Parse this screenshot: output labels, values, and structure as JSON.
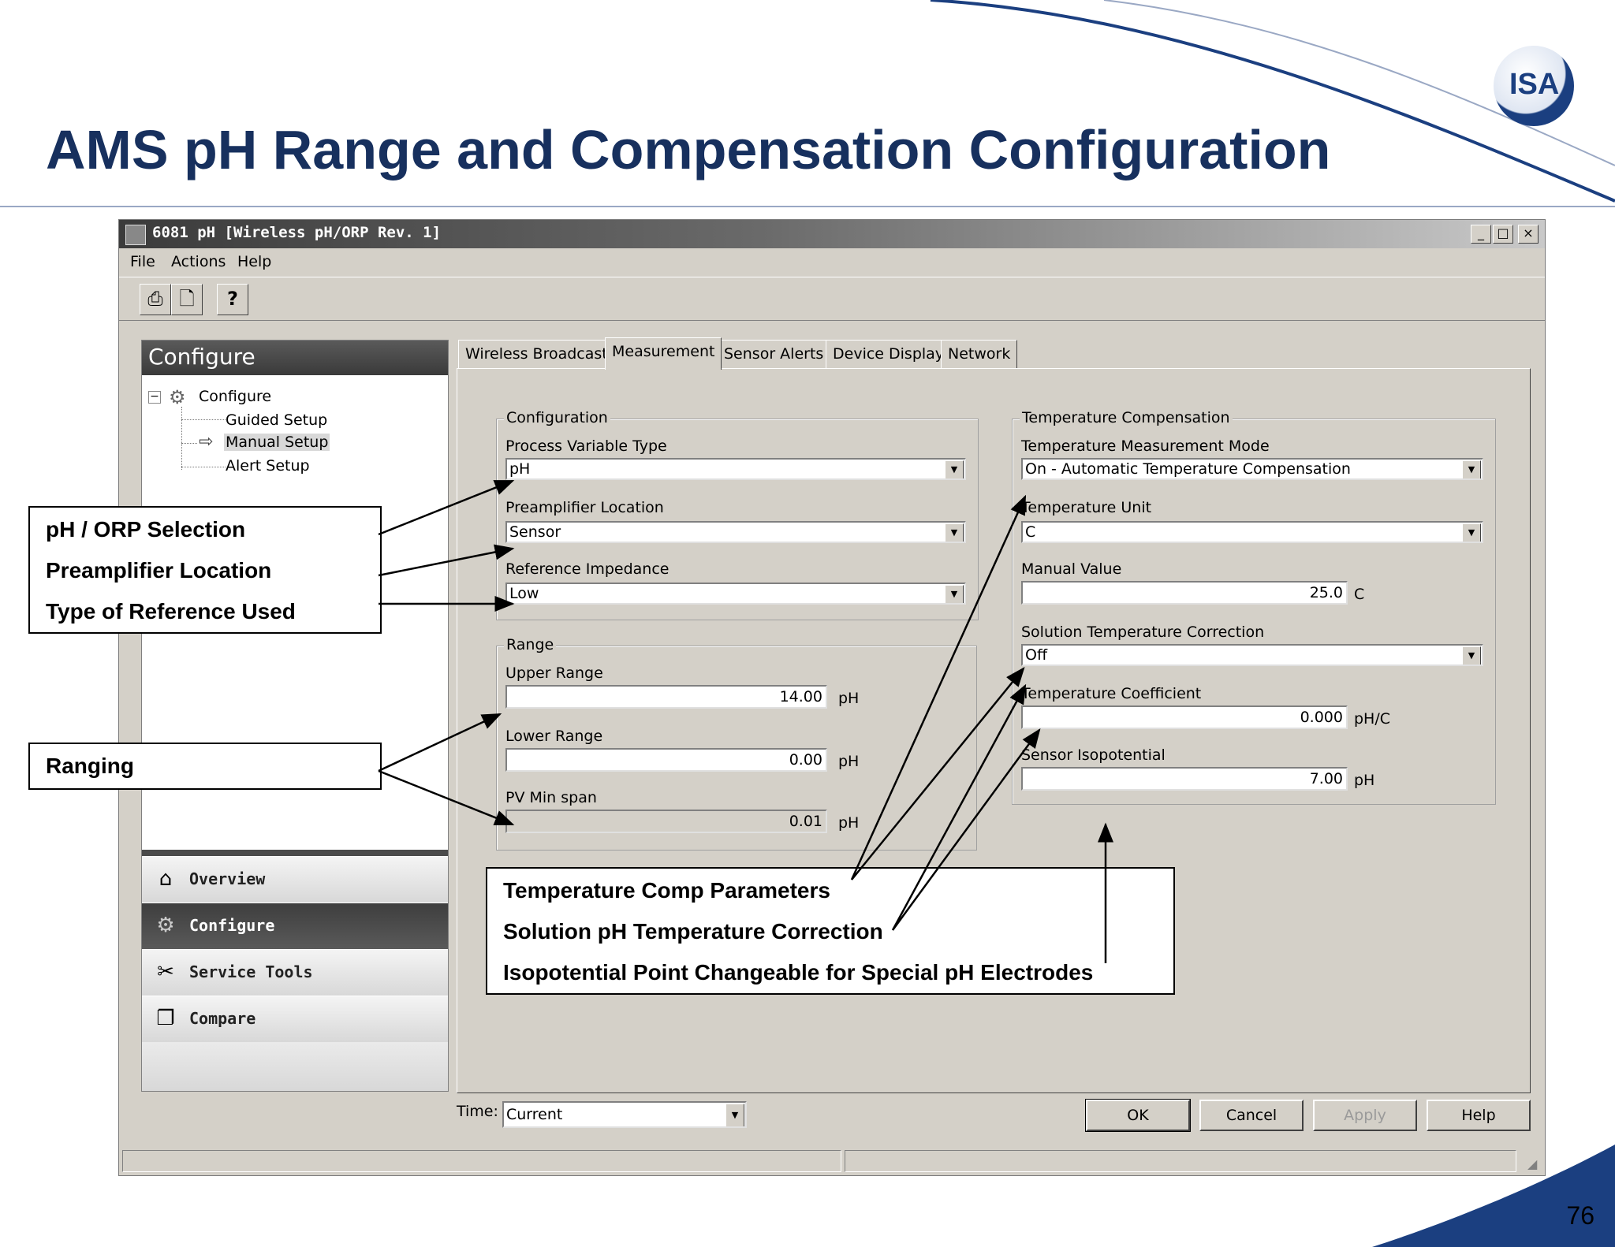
{
  "slide": {
    "title": "AMS pH Range and Compensation Configuration",
    "page_number": "76",
    "logo_text": "ISA"
  },
  "window": {
    "title": "6081 pH [Wireless pH/ORP Rev. 1]",
    "caption_buttons": {
      "minimize": "_",
      "maximize": "□",
      "close": "×"
    }
  },
  "menu": [
    "File",
    "Actions",
    "Help"
  ],
  "toolbar": {
    "print": "⎙",
    "preview": "🗋",
    "help": "?"
  },
  "left_panel": {
    "header": "Configure",
    "tree": {
      "root": "Configure",
      "expander": "−",
      "children": [
        "Guided Setup",
        "Manual Setup",
        "Alert Setup"
      ],
      "selected": "Manual Setup"
    },
    "nav": [
      "Overview",
      "Configure",
      "Service Tools",
      "Compare"
    ],
    "nav_active": "Configure"
  },
  "tabs": [
    "Wireless Broadcast",
    "Measurement",
    "Sensor Alerts",
    "Device Display",
    "Network"
  ],
  "selected_tab": "Measurement",
  "configuration": {
    "group": "Configuration",
    "pv_type_label": "Process Variable Type",
    "pv_type_value": "pH",
    "preamp_label": "Preamplifier Location",
    "preamp_value": "Sensor",
    "ref_label": "Reference Impedance",
    "ref_value": "Low"
  },
  "range": {
    "group": "Range",
    "upper_label": "Upper Range",
    "upper_value": "14.00",
    "upper_unit": "pH",
    "lower_label": "Lower Range",
    "lower_value": "0.00",
    "lower_unit": "pH",
    "span_label": "PV Min span",
    "span_value": "0.01",
    "span_unit": "pH"
  },
  "temp_comp": {
    "group": "Temperature Compensation",
    "mode_label": "Temperature Measurement Mode",
    "mode_value": "On - Automatic Temperature Compensation",
    "unit_label": "Temperature Unit",
    "unit_value": "C",
    "manual_label": "Manual Value",
    "manual_value": "25.0",
    "manual_unit": "C",
    "solution_label": "Solution Temperature Correction",
    "solution_value": "Off",
    "coef_label": "Temperature Coefficient",
    "coef_value": "0.000",
    "coef_unit": "pH/C",
    "iso_label": "Sensor Isopotential",
    "iso_value": "7.00",
    "iso_unit": "pH"
  },
  "bottom": {
    "time_label": "Time:",
    "time_value": "Current",
    "buttons": {
      "ok": "OK",
      "cancel": "Cancel",
      "apply": "Apply",
      "help": "Help"
    }
  },
  "callouts": {
    "selection": [
      "pH / ORP Selection",
      "Preamplifier Location",
      "Type of Reference Used"
    ],
    "ranging": "Ranging",
    "temperature": [
      "Temperature Comp Parameters",
      "Solution pH Temperature Correction",
      "Isopotential Point Changeable for Special pH Electrodes"
    ]
  },
  "colors": {
    "title": "#17305e",
    "window_bg": "#d4d0c8",
    "accent_blue": "#1b3f80"
  }
}
